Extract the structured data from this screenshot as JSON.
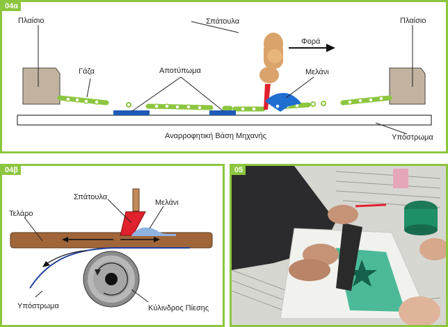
{
  "panel_a": {
    "tag": "04α",
    "labels": {
      "frame_left": "Πλαίσιο",
      "frame_right": "Πλαίσιο",
      "squeegee": "Σπάτουλα",
      "direction": "Φορά",
      "mesh": "Γάζα",
      "print": "Αποτύπωμα",
      "ink": "Μελάνι",
      "vacuum_base": "Αναρροφητική Βάση Μηχανής",
      "substrate": "Υπόστρωμα"
    }
  },
  "panel_b": {
    "tag": "04β",
    "labels": {
      "squeegee": "Σπάτουλα",
      "ink": "Μελάνι",
      "frame": "Τελάρο",
      "substrate": "Υπόστρωμα",
      "cylinder": "Κύλινδρος Πίεσης"
    }
  },
  "panel_c": {
    "tag": "05"
  },
  "colors": {
    "border": "#8cc63f",
    "mesh": "#8cc63f",
    "print": "#1e5bb8",
    "ink": "#1e6fd0",
    "squeegee_handle": "#d9a36b",
    "squeegee_blade": "#e0212e",
    "frame_box": "#c2b3a0",
    "wood": "#a0663a",
    "substrate_line": "#1d3fa0",
    "green_ink": "#2fb08a"
  }
}
